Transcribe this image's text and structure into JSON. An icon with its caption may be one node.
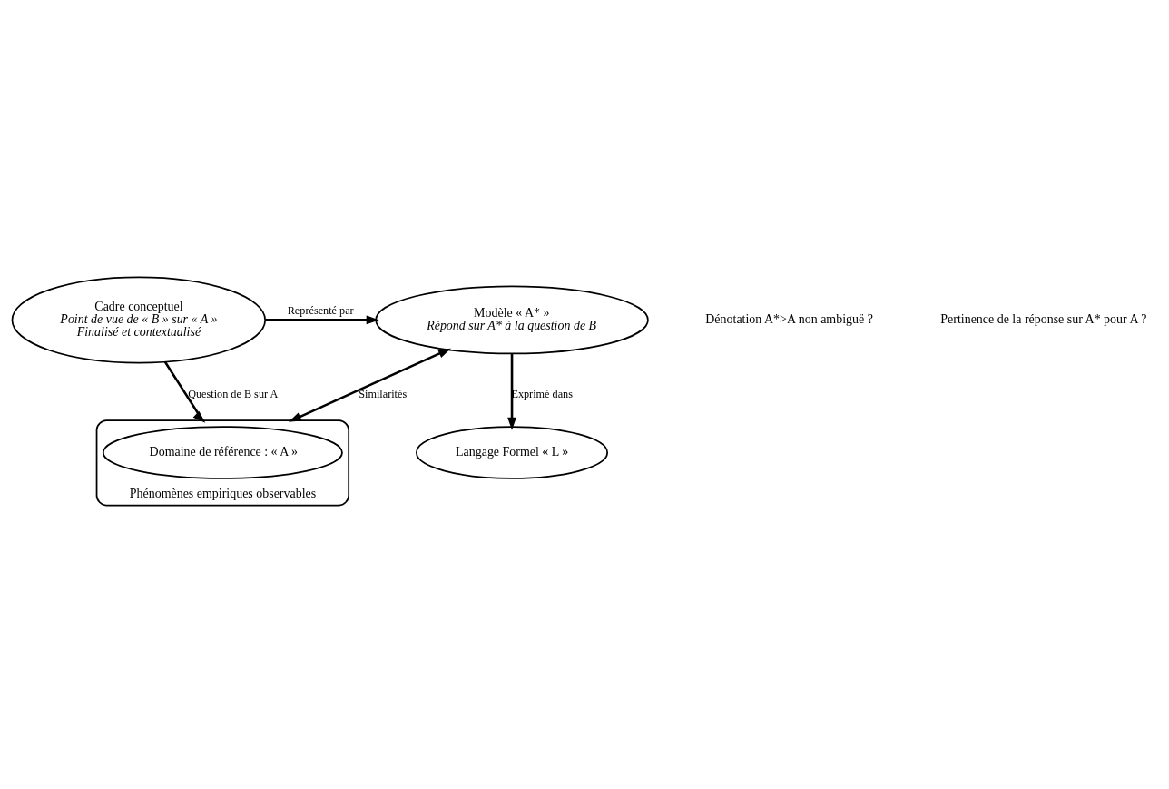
{
  "diagram": {
    "nodes": [
      {
        "text": [
          "Cadre conceptuel",
          "Point de vue de « B » sur « A »",
          "Finalisé et contextualisé"
        ]
      },
      {
        "text": [
          "Modèle « A* »",
          "Répond sur A* à la question de B"
        ]
      },
      {
        "text": [
          "Phénomènes empiriques observables"
        ]
      },
      {
        "text": [
          "Domaine de référence : « A »"
        ],
        "in": 2
      },
      {
        "text": [
          "Langage Formel « L »"
        ]
      }
    ],
    "edges": [
      {
        "from": 0,
        "to": 1,
        "arrow": "to",
        "label": "Représenté par"
      },
      {
        "from": 0,
        "to": 2,
        "arrow": "to",
        "label": "Question de B sur A"
      },
      {
        "from": 1,
        "to": 2,
        "arrow": "both",
        "label": "Similarités"
      },
      {
        "from": 1,
        "to": 4,
        "arrow": "to",
        "label": "Exprimé dans"
      }
    ],
    "labels": [
      "Dénotation A*>A non ambiguë ?",
      "Pertinence de la réponse sur A* pour A ?"
    ]
  }
}
